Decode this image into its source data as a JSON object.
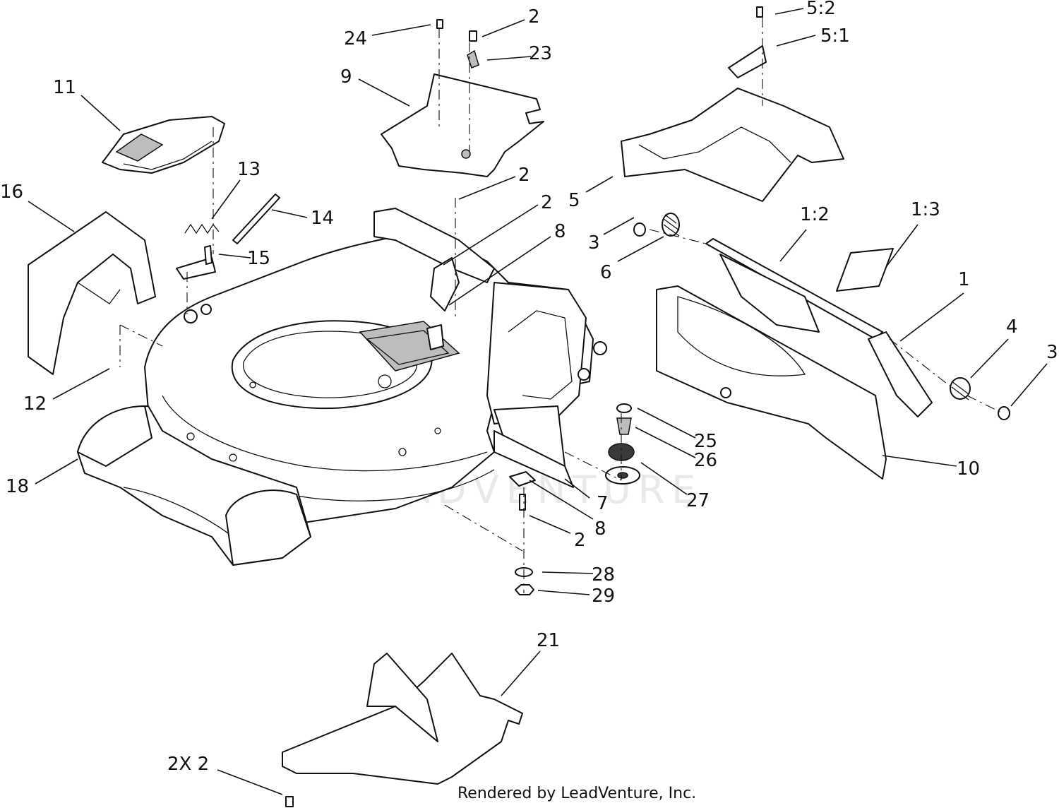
{
  "diagram": {
    "callouts": [
      "24",
      "2",
      "23",
      "9",
      "2",
      "11",
      "13",
      "14",
      "15",
      "16",
      "12",
      "18",
      "2",
      "8",
      "8",
      "2",
      "7",
      "5:2",
      "5:1",
      "5",
      "3",
      "6",
      "1:2",
      "1:3",
      "1",
      "4",
      "3",
      "10",
      "25",
      "26",
      "27",
      "28",
      "29",
      "21",
      "2X 2"
    ],
    "watermark": "LEADVENTURE",
    "credit": "Rendered by LeadVenture, Inc."
  }
}
